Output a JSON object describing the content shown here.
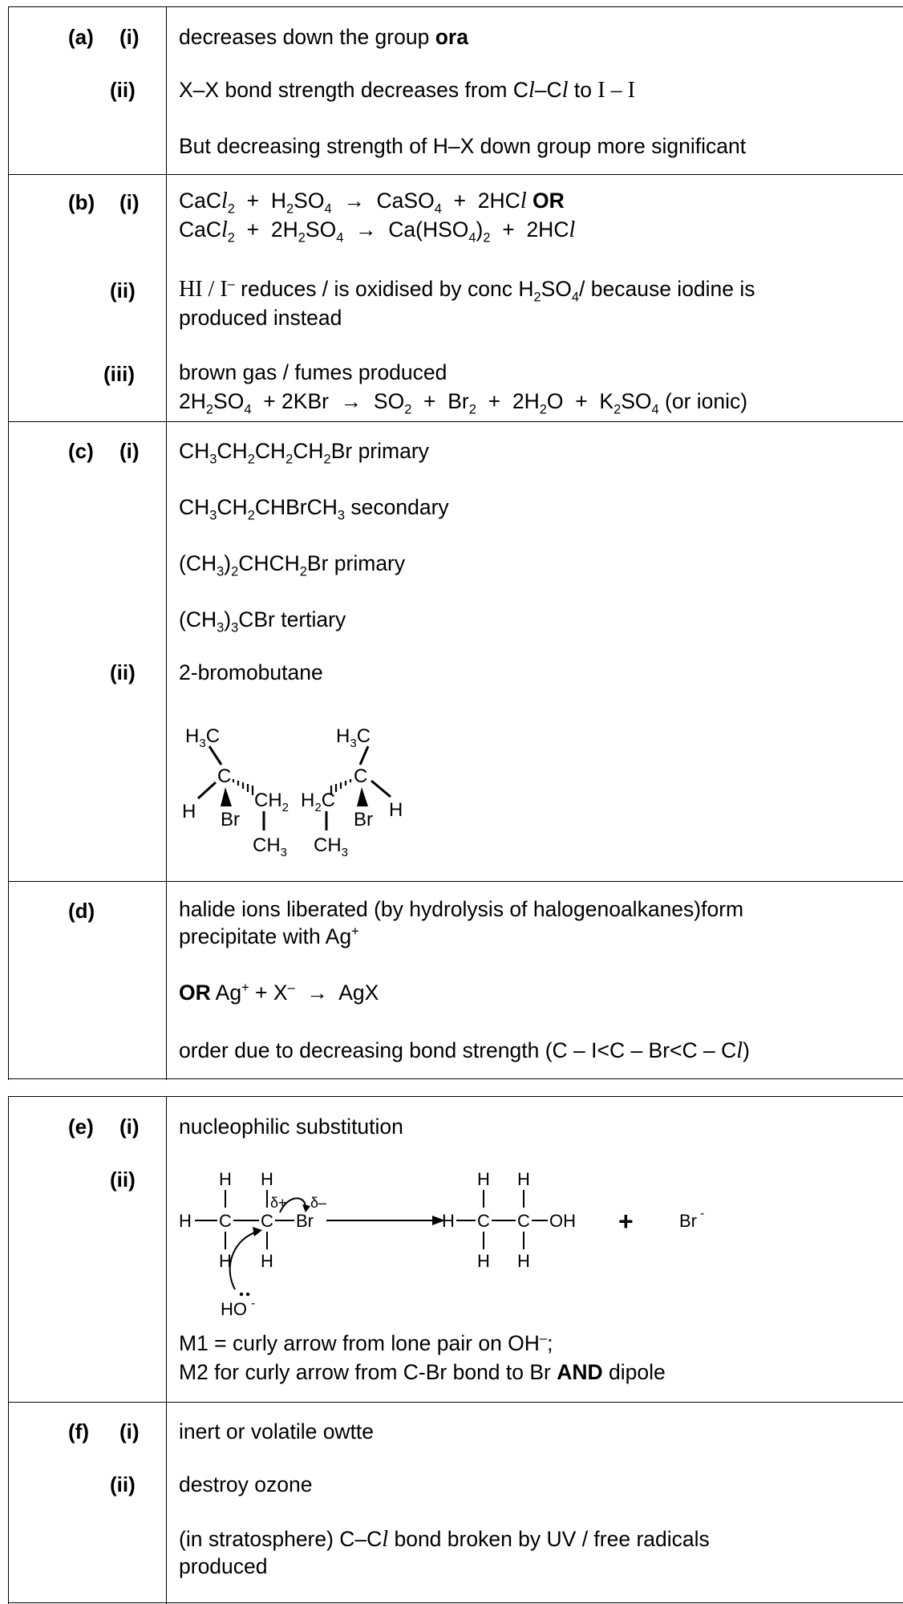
{
  "rows": {
    "a": {
      "letter": "(a)",
      "i": {
        "num": "(i)",
        "text": "decreases down the group",
        "bold": "ora"
      },
      "ii": {
        "num": "(ii)",
        "line1_a": "X–X bond strength decreases from C",
        "cl1": "l",
        "dash": "–C",
        "cl2": "l",
        "line1_b": " to ",
        "iodine": "I – I",
        "line2": "But decreasing strength of H–X down group more significant"
      }
    },
    "b": {
      "letter": "(b)",
      "i": {
        "num": "(i)",
        "or": "OR"
      },
      "ii": {
        "num": "(ii)",
        "line1": "reduces / is oxidised by conc H",
        "line1b": "SO",
        "line1c": "/ because iodine is",
        "line2": "produced instead",
        "hi": "HI / I"
      },
      "iii": {
        "num": "(iii)",
        "line1": "brown gas / fumes produced",
        "ionic": "(or ionic)"
      }
    },
    "c": {
      "letter": "(c)",
      "i": {
        "num": "(i)",
        "items": [
          {
            "formula": "CH3CH2CH2CH2Br",
            "type": "primary"
          },
          {
            "formula": "CH3CH2CHBrCH3",
            "type": "secondary"
          },
          {
            "formula": "(CH3)2CHCH2Br",
            "type": "primary"
          },
          {
            "formula": "(CH3)3CBr",
            "type": "tertiary"
          }
        ]
      },
      "ii": {
        "num": "(ii)",
        "text": "2-bromobutane"
      }
    },
    "d": {
      "letter": "(d)",
      "line1": "halide ions liberated (by hydrolysis of halogenoalkanes)form",
      "line2": "precipitate with Ag",
      "or": "OR",
      "eq": "AgX",
      "line4": "order due to decreasing bond strength (C – I<C – Br<C – C",
      "line4_end": ")"
    },
    "e": {
      "letter": "(e)",
      "i": {
        "num": "(i)",
        "text": "nucleophilic substitution"
      },
      "ii": {
        "num": "(ii)",
        "m1": "M1 = curly arrow from lone pair on OH",
        "m2a": "M2 for curly arrow from C-Br bond to Br",
        "m2b": "AND",
        "m2c": "dipole"
      }
    },
    "f": {
      "letter": "(f)",
      "i": {
        "num": "(i)",
        "text": "inert or volatile owtte"
      },
      "ii": {
        "num": "(ii)",
        "text": "destroy ozone",
        "line2a": "(in stratosphere) C–C",
        "line2b": " bond broken by UV / free radicals",
        "line3": "produced"
      }
    }
  }
}
